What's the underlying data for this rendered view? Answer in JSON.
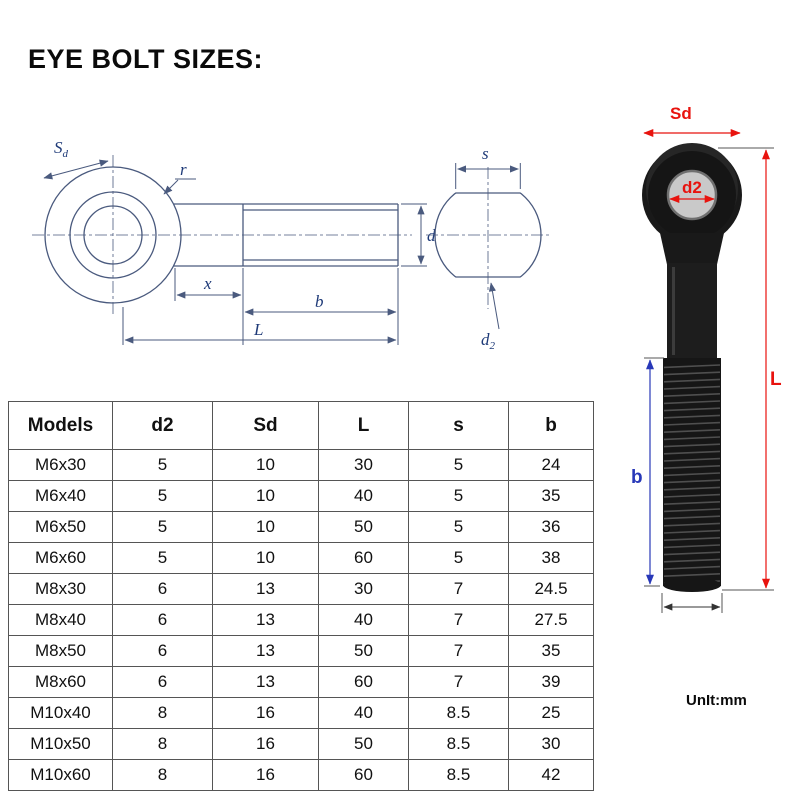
{
  "title": "EYE BOLT SIZES:",
  "unit_label": "UnIt:mm",
  "colors": {
    "line-color": "#4a5a7e",
    "label-color": "#1e3a78",
    "dim-red": "#e8130e",
    "dim-blue": "#2838b8",
    "bolt-black": "#191919",
    "table-border": "#555555",
    "text-color": "#111111"
  },
  "drawing": {
    "labels": {
      "sd_main": "S",
      "sd_sub": "d",
      "r": "r",
      "d": "d",
      "x": "x",
      "b": "b",
      "l": "L",
      "s": "s",
      "d2_main": "d",
      "d2_sub": "2"
    }
  },
  "photo": {
    "labels": {
      "sd": "Sd",
      "d2": "d2",
      "l": "L",
      "b": "b"
    }
  },
  "table": {
    "headers": [
      "Models",
      "d2",
      "Sd",
      "L",
      "s",
      "b"
    ],
    "rows": [
      [
        "M6x30",
        "5",
        "10",
        "30",
        "5",
        "24"
      ],
      [
        "M6x40",
        "5",
        "10",
        "40",
        "5",
        "35"
      ],
      [
        "M6x50",
        "5",
        "10",
        "50",
        "5",
        "36"
      ],
      [
        "M6x60",
        "5",
        "10",
        "60",
        "5",
        "38"
      ],
      [
        "M8x30",
        "6",
        "13",
        "30",
        "7",
        "24.5"
      ],
      [
        "M8x40",
        "6",
        "13",
        "40",
        "7",
        "27.5"
      ],
      [
        "M8x50",
        "6",
        "13",
        "50",
        "7",
        "35"
      ],
      [
        "M8x60",
        "6",
        "13",
        "60",
        "7",
        "39"
      ],
      [
        "M10x40",
        "8",
        "16",
        "40",
        "8.5",
        "25"
      ],
      [
        "M10x50",
        "8",
        "16",
        "50",
        "8.5",
        "30"
      ],
      [
        "M10x60",
        "8",
        "16",
        "60",
        "8.5",
        "42"
      ]
    ]
  }
}
